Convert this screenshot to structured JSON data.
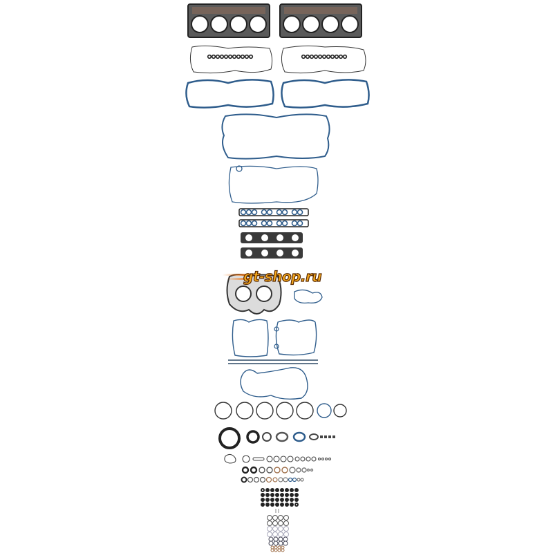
{
  "image": {
    "subject": "Full engine gasket set laid out on white background",
    "background": "#ffffff",
    "colors": {
      "metal_gasket": "#2a2a2a",
      "blue_gasket": "#2f5d8c",
      "outline_gasket": "#3a3a3a",
      "copper_ring": "#a0704a",
      "watermark_fill": "#f5a81c",
      "watermark_outline": "#5a2a00",
      "watermark_streak": "#f07818"
    }
  },
  "watermark": {
    "text": "gt-shop.ru"
  },
  "parts": [
    {
      "name": "cylinder-head-gasket",
      "count": 2
    },
    {
      "name": "valve-cover-gasket",
      "count": 2
    },
    {
      "name": "valve-cover-bolt-seals",
      "count": 2
    },
    {
      "name": "blue-valve-cover-gasket",
      "count": 2
    },
    {
      "name": "oil-pan-gasket",
      "count": 1
    },
    {
      "name": "lower-oil-pan-gasket",
      "count": 1
    },
    {
      "name": "intake-manifold-gasket",
      "count": 2
    },
    {
      "name": "exhaust-manifold-gasket",
      "count": 2
    },
    {
      "name": "front-cover-gasket",
      "count": 1
    },
    {
      "name": "oil-cooler-gaskets",
      "count": 2
    },
    {
      "name": "rail-seal-strips",
      "count": 2
    },
    {
      "name": "rear-cover-gasket",
      "count": 1
    },
    {
      "name": "large-o-rings",
      "count": 7
    },
    {
      "name": "crankshaft-seal",
      "count": 1
    },
    {
      "name": "small-seals-and-o-rings",
      "count": 40
    },
    {
      "name": "injector-seal-grid",
      "count": 32
    }
  ]
}
